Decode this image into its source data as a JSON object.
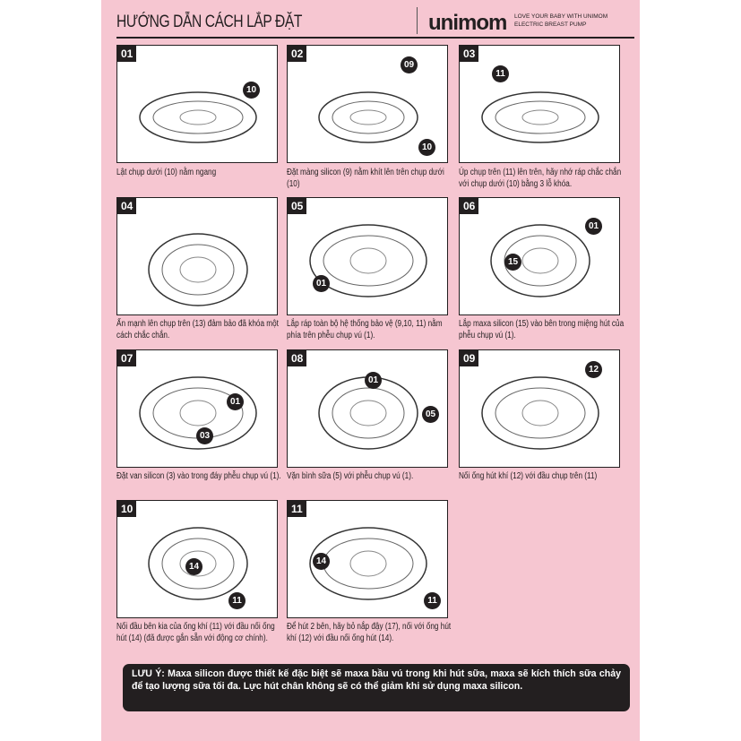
{
  "header": {
    "title": "HƯỚNG DẪN CÁCH LẮP ĐẶT",
    "brand": "unimom",
    "tagline_1": "LOVE YOUR BABY WITH UNIMOM",
    "tagline_2": "ELECTRIC BREAST PUMP"
  },
  "steps": [
    {
      "number": "01",
      "callouts": [
        "10"
      ],
      "caption": "Lật chụp dưới (10) nằm ngang"
    },
    {
      "number": "02",
      "callouts": [
        "09",
        "10"
      ],
      "caption": "Đặt màng silicon (9) nằm khít lên trên chụp dưới (10)"
    },
    {
      "number": "03",
      "callouts": [
        "11"
      ],
      "caption": "Úp chụp trên (11) lên trên, hãy nhớ ráp chắc chắn với chụp dưới (10) bằng 3 lỗ khóa."
    },
    {
      "number": "04",
      "callouts": [],
      "caption": "Ấn mạnh lên chụp trên (13) đảm bảo đã khóa một cách chắc chắn."
    },
    {
      "number": "05",
      "callouts": [
        "01"
      ],
      "caption": "Lắp ráp toàn bộ hệ thống bảo vệ (9,10, 11) nằm phía trên phễu chụp vú (1)."
    },
    {
      "number": "06",
      "callouts": [
        "01",
        "15"
      ],
      "caption": "Lắp maxa silicon (15) vào bên trong miệng hút của phễu chụp vú (1)."
    },
    {
      "number": "07",
      "callouts": [
        "01",
        "03"
      ],
      "caption": "Đặt van silicon (3) vào trong đáy phễu chụp vú (1)."
    },
    {
      "number": "08",
      "callouts": [
        "01",
        "05"
      ],
      "caption": "Vặn bình sữa (5) với phễu chụp vú (1)."
    },
    {
      "number": "09",
      "callouts": [
        "12"
      ],
      "caption": "Nối ống hút khí (12) với đầu chụp trên (11)"
    },
    {
      "number": "10",
      "callouts": [
        "14",
        "11"
      ],
      "caption": "Nối đầu bên kia của ống khí (11) với đầu nối ống hút (14) (đã được gắn sẵn với động cơ chính)."
    },
    {
      "number": "11",
      "callouts": [
        "14",
        "11"
      ],
      "caption": "Để hút 2 bên, hãy bỏ nắp đậy (17), nối với ống hút khí (12) với đầu nối ống hút (14)."
    }
  ],
  "note": "LƯU Ý: Maxa silicon được thiết kế đặc biệt sẽ maxa bầu vú trong khi hút sữa, maxa sẽ kích thích sữa chảy để tạo lượng sữa tối đa. Lực hút chân không sẽ có thể giảm khi sử dụng maxa silicon."
}
